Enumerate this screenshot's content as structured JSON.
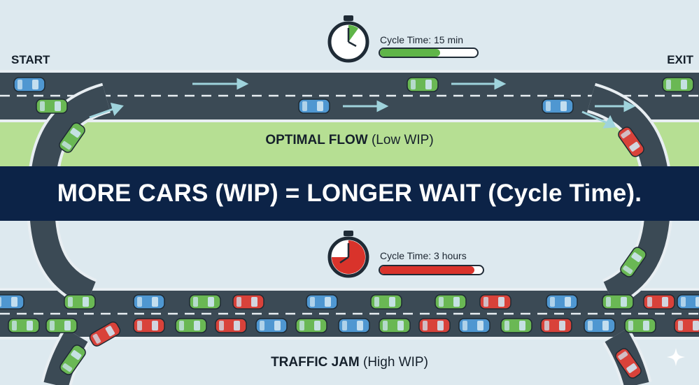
{
  "labels": {
    "start": "START",
    "exit": "EXIT",
    "optimal_bold": "OPTIMAL FLOW",
    "optimal_rest": " (Low WIP)",
    "jam_bold": "TRAFFIC JAM",
    "jam_rest": " (High WIP)",
    "banner": "MORE CARS (WIP) = LONGER WAIT (Cycle Time)."
  },
  "timers": {
    "top": {
      "text": "Cycle Time: 15 min",
      "progress": 0.62,
      "color": "#5fb548",
      "dial_fraction": 0.18
    },
    "bottom": {
      "text": "Cycle Time: 3 hours",
      "progress": 0.92,
      "color": "#d9332b",
      "dial_fraction": 0.72
    }
  },
  "colors": {
    "background": "#dde9ef",
    "road": "#3b4a55",
    "green_zone": "#b6df93",
    "banner": "#0c2347",
    "car_blue": "#4f97d1",
    "car_green": "#6ab854",
    "car_red": "#d9423a",
    "arrow": "#9fd3dc"
  },
  "icons": [
    "stopwatch-icon",
    "arrow-right-icon",
    "car-icon",
    "sparkle-icon"
  ]
}
